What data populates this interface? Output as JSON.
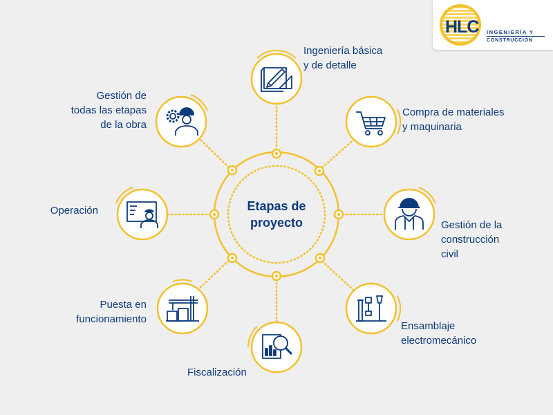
{
  "center": {
    "title": "Etapas de\nproyecto"
  },
  "stages": [
    {
      "label": "Ingeniería básica\ny de detalle",
      "icon": "blueprint-design-icon"
    },
    {
      "label": "Compra de materiales\ny maquinaria",
      "icon": "shopping-cart-icon"
    },
    {
      "label": "Gestión de la\nconstrucción\ncivil",
      "icon": "construction-worker-icon"
    },
    {
      "label": "Ensamblaje\nelectromecánico",
      "icon": "electromechanical-assembly-icon"
    },
    {
      "label": "Fiscalización",
      "icon": "inspection-magnifier-icon"
    },
    {
      "label": "Puesta en\nfuncionamiento",
      "icon": "crane-factory-icon"
    },
    {
      "label": "Operación",
      "icon": "operator-panel-icon"
    },
    {
      "label": "Gestión de\ntodas las etapas\nde la obra",
      "icon": "worker-gear-icon"
    }
  ],
  "logo": {
    "mark": "HLC",
    "line1": "INGENIERÍA Y",
    "line2": "CONSTRUCCIÓN"
  },
  "colors": {
    "accent": "#f2c12e",
    "text": "#0d3a7c",
    "background": "#efefef"
  }
}
